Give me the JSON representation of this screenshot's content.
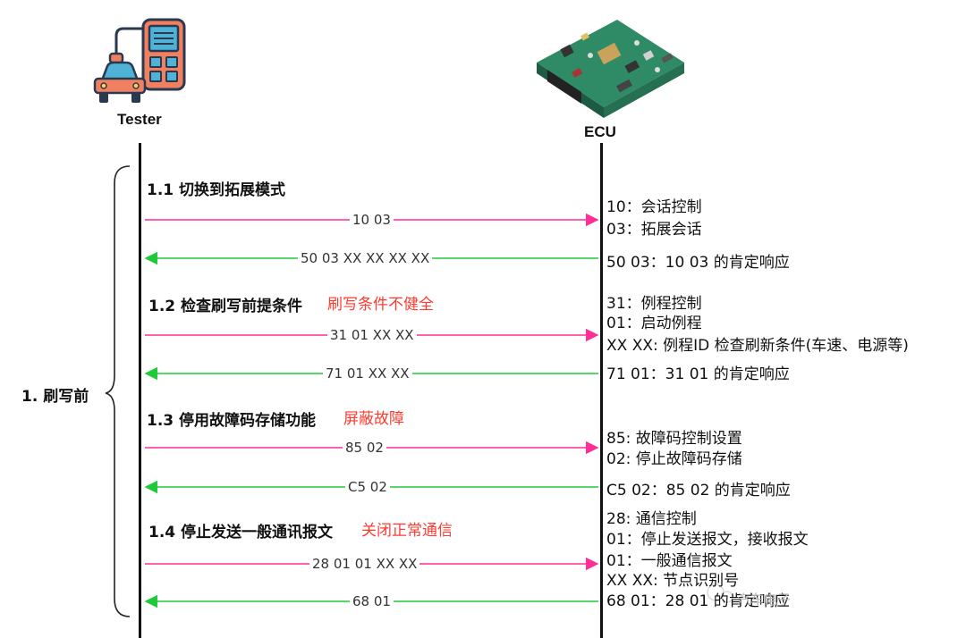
{
  "actors": {
    "tester": {
      "label": "Tester",
      "icon": "car-diagnostic-tester-icon"
    },
    "ecu": {
      "label": "ECU",
      "icon": "ecu-circuit-board-icon"
    }
  },
  "phase": {
    "label": "1. 刷写前"
  },
  "colors": {
    "request": "#ff2d95",
    "response": "#1ec93a",
    "note": "#ff3b30"
  },
  "steps": [
    {
      "title": "1.1 切换到拓展模式",
      "note": "",
      "request": "10 03",
      "response": "50 03  XX XX XX XX",
      "request_annotation": [
        "10：会话控制",
        "03：拓展会话"
      ],
      "response_annotation": "50 03：10 03 的肯定响应"
    },
    {
      "title": "1.2 检查刷写前提条件",
      "note": "刷写条件不健全",
      "request": "31 01 XX XX",
      "response": "71 01  XX XX",
      "request_annotation": [
        "31：例程控制",
        "01：启动例程",
        "XX XX: 例程ID 检查刷新条件(车速、电源等)"
      ],
      "response_annotation": "71 01：31 01 的肯定响应"
    },
    {
      "title": "1.3 停用故障码存储功能",
      "note": "屏蔽故障",
      "request": "85 02",
      "response": "C5 02",
      "request_annotation": [
        "85: 故障码控制设置",
        "02: 停止故障码存储"
      ],
      "response_annotation": "C5 02：85 02 的肯定响应"
    },
    {
      "title": "1.4 停止发送一般通讯报文",
      "note": "关闭正常通信",
      "request": "28 01 01 XX XX",
      "response": "68 01",
      "request_annotation": [
        "28: 通信控制",
        "01：停止发送报文，接收报文",
        "01：一般通信报文",
        "XX XX: 节点识别号"
      ],
      "response_annotation": "68 01：28 01 的肯定响应"
    }
  ],
  "watermark": "汽车电子"
}
